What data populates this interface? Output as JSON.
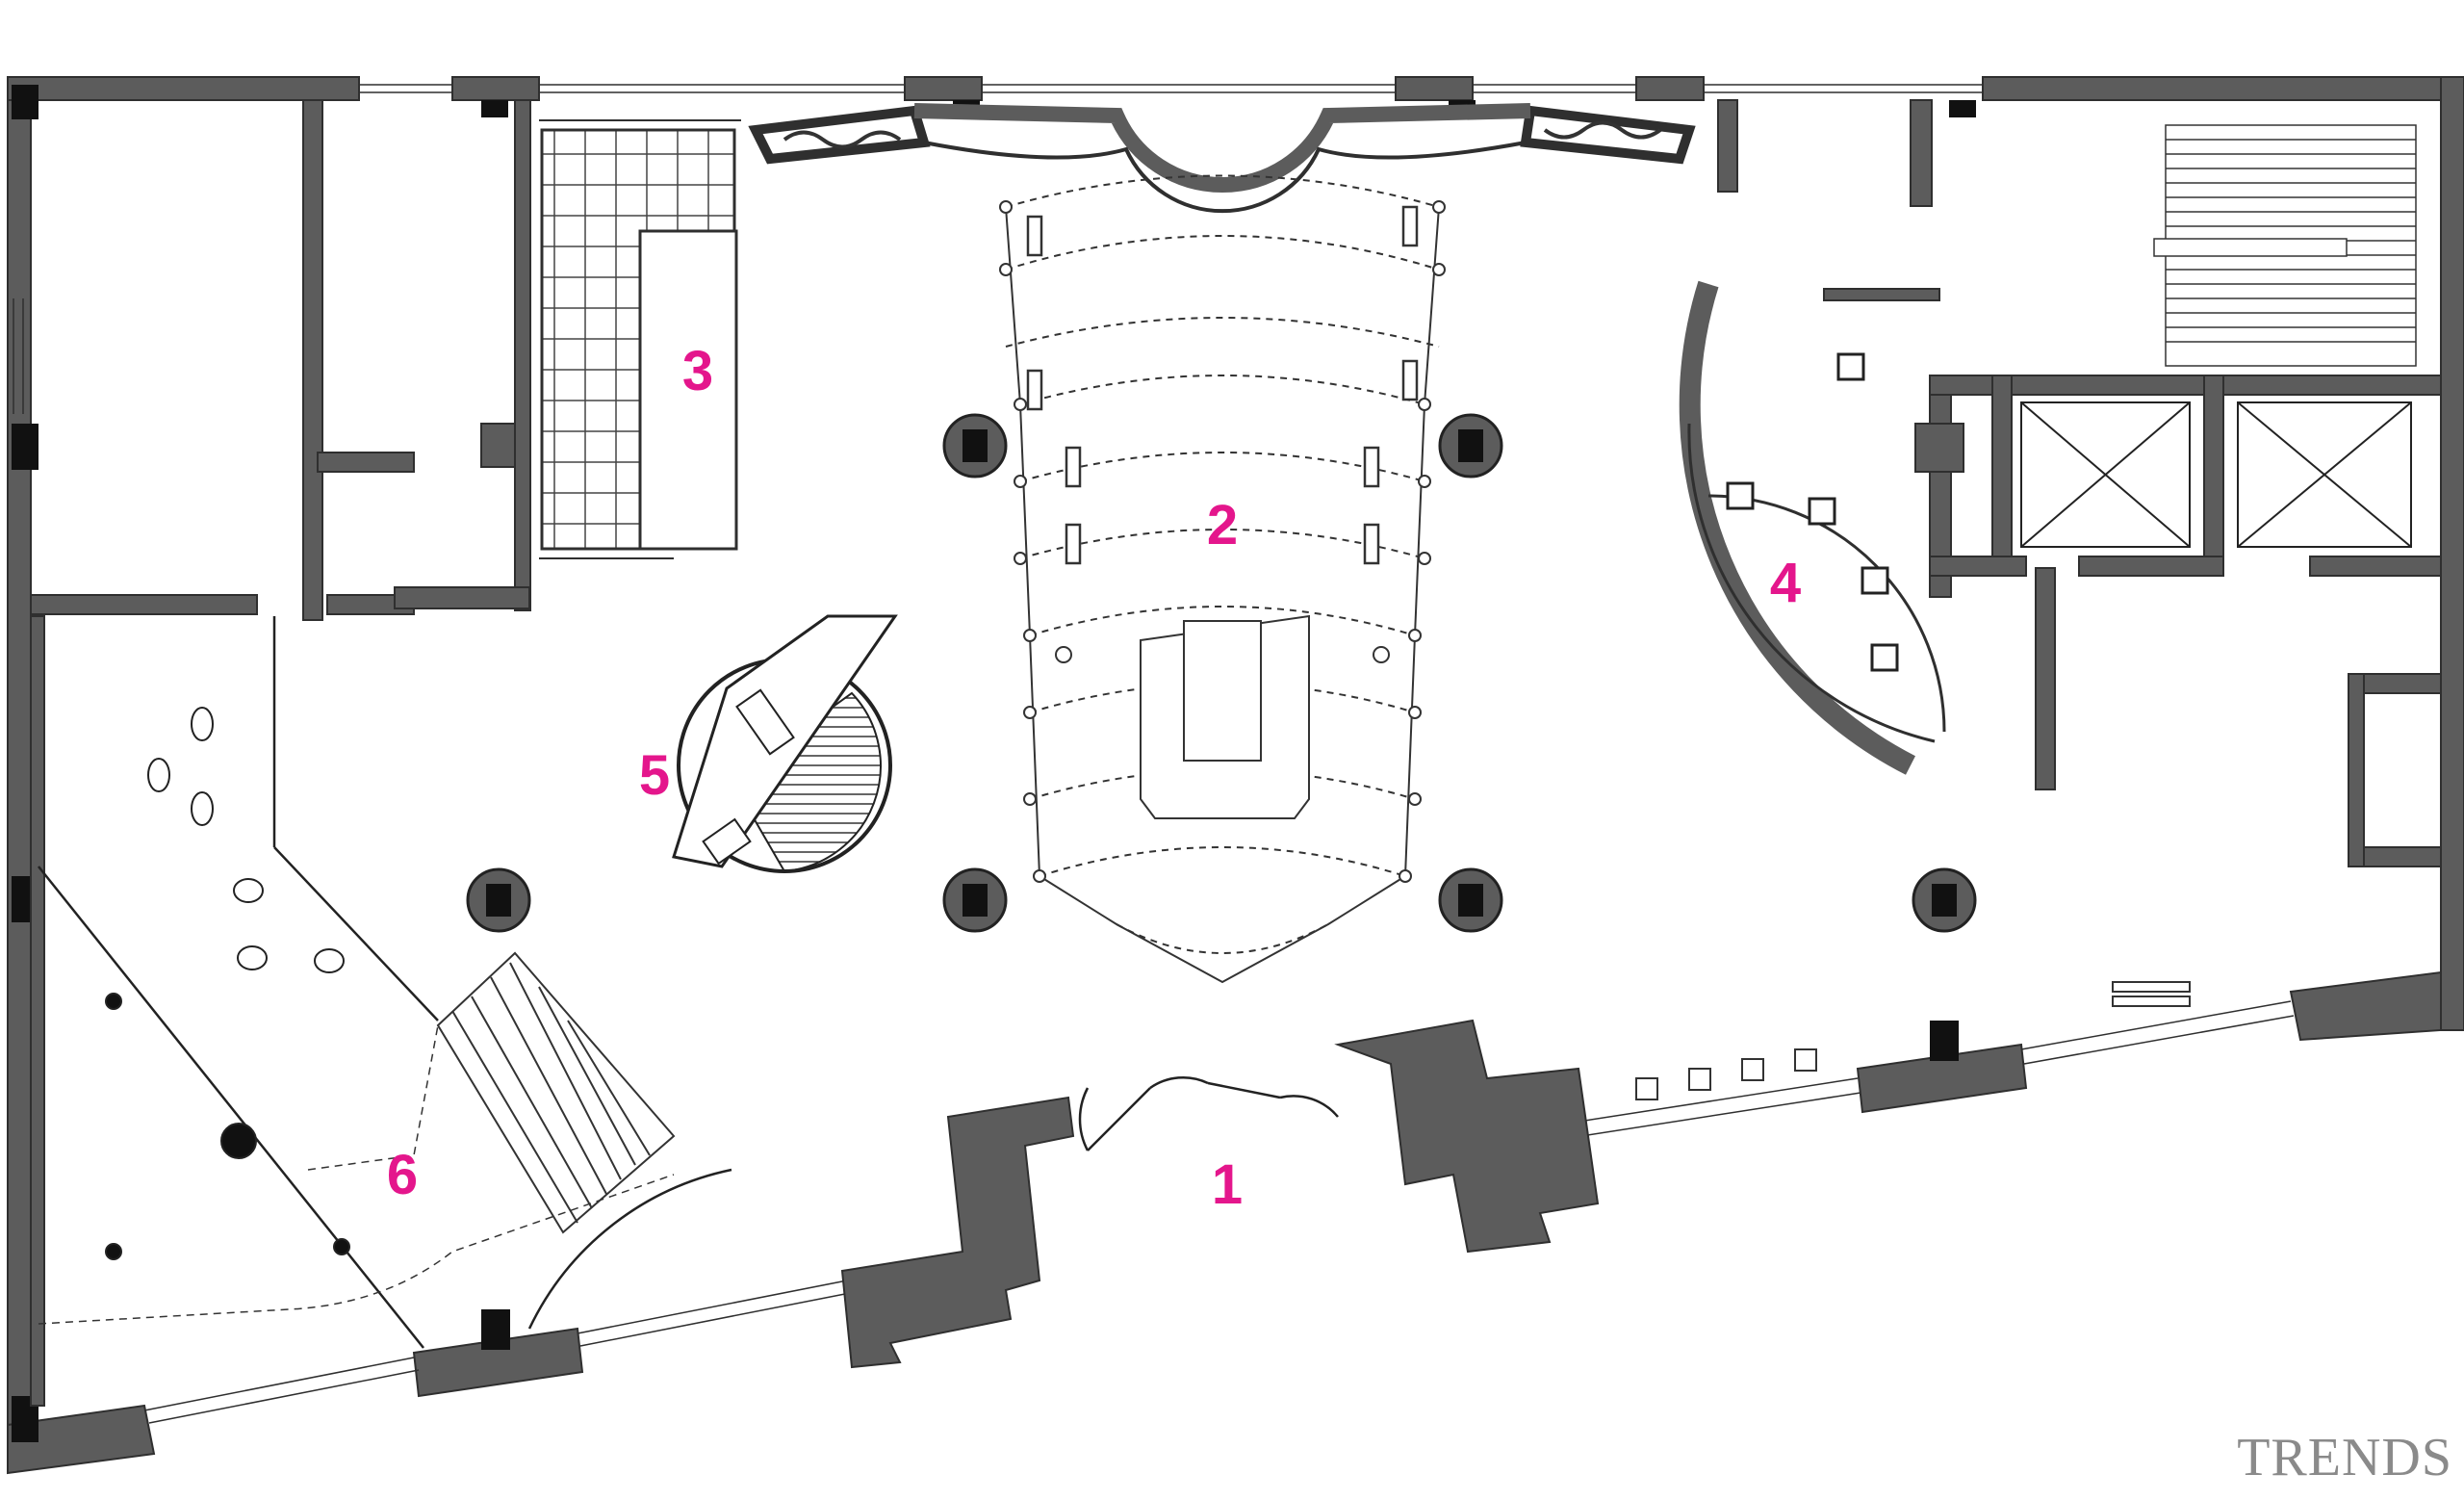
{
  "colors": {
    "wall": "#5c5c5c",
    "line": "#2f2f2f",
    "accent": "#e4168c",
    "column_core": "#111111",
    "watermark": "#8a8a8a"
  },
  "zones": [
    {
      "id": "1",
      "label": "1"
    },
    {
      "id": "2",
      "label": "2"
    },
    {
      "id": "3",
      "label": "3"
    },
    {
      "id": "4",
      "label": "4"
    },
    {
      "id": "5",
      "label": "5"
    },
    {
      "id": "6",
      "label": "6"
    }
  ],
  "watermark": "TRENDS"
}
